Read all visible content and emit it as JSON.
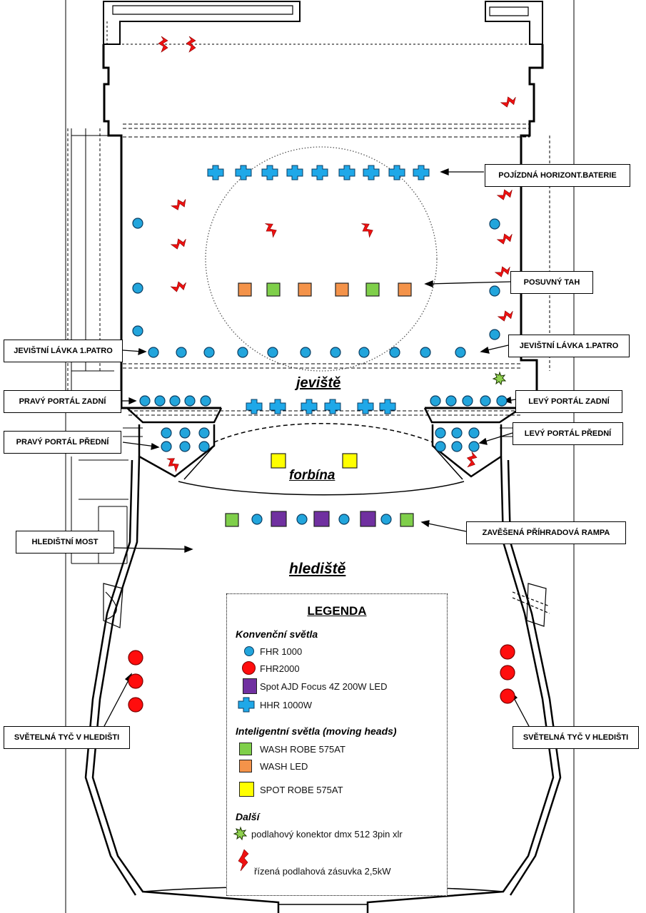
{
  "callouts": {
    "horizont": "POJÍZDNÁ  HORIZONT.BATERIE",
    "posuvny": "POSUVNÝ TAH",
    "lavka_left": "JEVIŠTNÍ LÁVKA 1.PATRO",
    "lavka_right": "JEVIŠTNÍ LÁVKA 1.PATRO",
    "pravy_zadni": "PRAVÝ PORTÁL ZADNÍ",
    "levy_zadni": "LEVÝ PORTÁL ZADNÍ",
    "pravy_predni": "PRAVÝ PORTÁL PŘEDNÍ",
    "levy_predni": "LEVÝ PORTÁL PŘEDNÍ",
    "rampa": "ZAVĚŠENÁ PŘÍHRADOVÁ RAMPA",
    "most": "HLEDIŠTNÍ MOST",
    "tyc_left": "SVĚTELNÁ TYČ V HLEDIŠTI",
    "tyc_right": "SVĚTELNÁ TYČ V HLEDIŠTI"
  },
  "zones": {
    "jeviste": "jeviště",
    "forbina": "forbína",
    "hlediste": "hlediště"
  },
  "legend": {
    "title": "LEGENDA",
    "conventional_title": "Konvenční světla",
    "conventional": [
      {
        "symbol": "blue-dot",
        "label": "FHR 1000"
      },
      {
        "symbol": "red-dot",
        "label": "FHR2000"
      },
      {
        "symbol": "purple-square",
        "label": "Spot AJD Focus 4Z 200W LED"
      },
      {
        "symbol": "blue-cross",
        "label": "HHR 1000W"
      }
    ],
    "intelligent_title": "Inteligentní světla (moving heads)",
    "intelligent": [
      {
        "symbol": "green-square",
        "label": "WASH ROBE 575AT"
      },
      {
        "symbol": "orange-square",
        "label": "WASH LED"
      },
      {
        "symbol": "yellow-square",
        "label": "SPOT ROBE 575AT"
      }
    ],
    "other_title": "Další",
    "other": [
      {
        "symbol": "green-star",
        "label": "podlahový konektor  dmx 512 3pin xlr"
      },
      {
        "symbol": "red-bolt",
        "label": "řízená podlahová zásuvka 2,5kW"
      }
    ]
  },
  "colors": {
    "fhr1000": "#22a5dc",
    "fhr2000": "#ff0d0d",
    "spot_ajd": "#7030a0",
    "hhr": "#1fa8e8",
    "wash_robe": "#7fcf4a",
    "wash_led": "#f4934a",
    "spot_robe": "#ffff00",
    "connector": "#8fd14f",
    "socket": "#ee1111"
  }
}
